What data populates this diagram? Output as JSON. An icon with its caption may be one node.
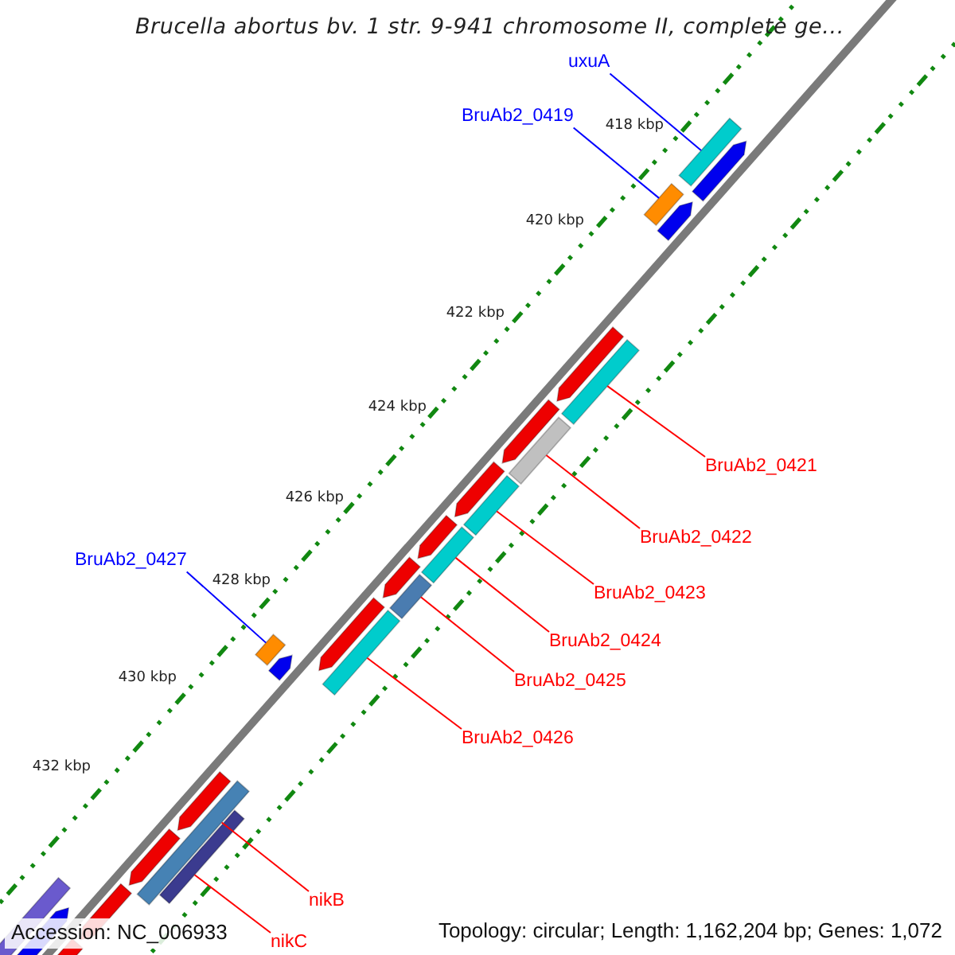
{
  "diagram": {
    "title": "Brucella abortus bv. 1 str. 9-941 chromosome II, complete ge...",
    "nodes": [
      {
        "text": [
          "uxuA"
        ]
      },
      {
        "text": [
          "BruAb2_0419"
        ]
      },
      {
        "text": [
          "BruAb2_0421"
        ]
      },
      {
        "text": [
          "BruAb2_0422"
        ]
      },
      {
        "text": [
          "BruAb2_0427"
        ]
      },
      {
        "text": [
          "BruAb2_0423"
        ]
      },
      {
        "text": [
          "BruAb2_0424"
        ]
      },
      {
        "text": [
          "BruAb2_0425"
        ]
      },
      {
        "text": [
          "BruAb2_0426"
        ]
      },
      {
        "text": [
          "nikB"
        ]
      },
      {
        "text": [
          "nikC"
        ]
      },
      {
        "text": [],
        "shape": "bar"
      },
      {
        "text": [],
        "shape": "bar"
      },
      {
        "text": [],
        "shape": "bar"
      },
      {
        "text": [],
        "shape": "bar"
      },
      {
        "text": [],
        "shape": "bar"
      },
      {
        "text": [],
        "shape": "bar"
      },
      {
        "text": [],
        "shape": "bar"
      },
      {
        "text": [],
        "shape": "bar"
      },
      {
        "text": [],
        "shape": "bar"
      },
      {
        "text": [],
        "shape": "bar"
      },
      {
        "text": [],
        "shape": "bar"
      }
    ],
    "edges": [
      {
        "from": 0,
        "to": 11,
        "arrow": "none",
        "color": "#0000ff"
      },
      {
        "from": 1,
        "to": 12,
        "arrow": "none",
        "color": "#0000ff"
      },
      {
        "from": 2,
        "to": 13,
        "arrow": "none"
      },
      {
        "from": 3,
        "to": 14,
        "arrow": "none"
      },
      {
        "from": 4,
        "to": 15,
        "arrow": "none",
        "color": "#0000ff"
      },
      {
        "from": 5,
        "to": 16,
        "arrow": "none"
      },
      {
        "from": 6,
        "to": 17,
        "arrow": "none"
      },
      {
        "from": 7,
        "to": 18,
        "arrow": "none"
      },
      {
        "from": 8,
        "to": 19,
        "arrow": "none"
      },
      {
        "from": 9,
        "to": 20,
        "arrow": "none"
      },
      {
        "from": 10,
        "to": 21,
        "arrow": "none"
      }
    ],
    "labels": [
      "418 kbp",
      "420 kbp",
      "422 kbp",
      "424 kbp",
      "426 kbp",
      "428 kbp",
      "430 kbp",
      "432 kbp",
      "Accession: NC_006933",
      "Topology: circular; Length: 1,162,204 bp; Genes: 1,072"
    ]
  }
}
